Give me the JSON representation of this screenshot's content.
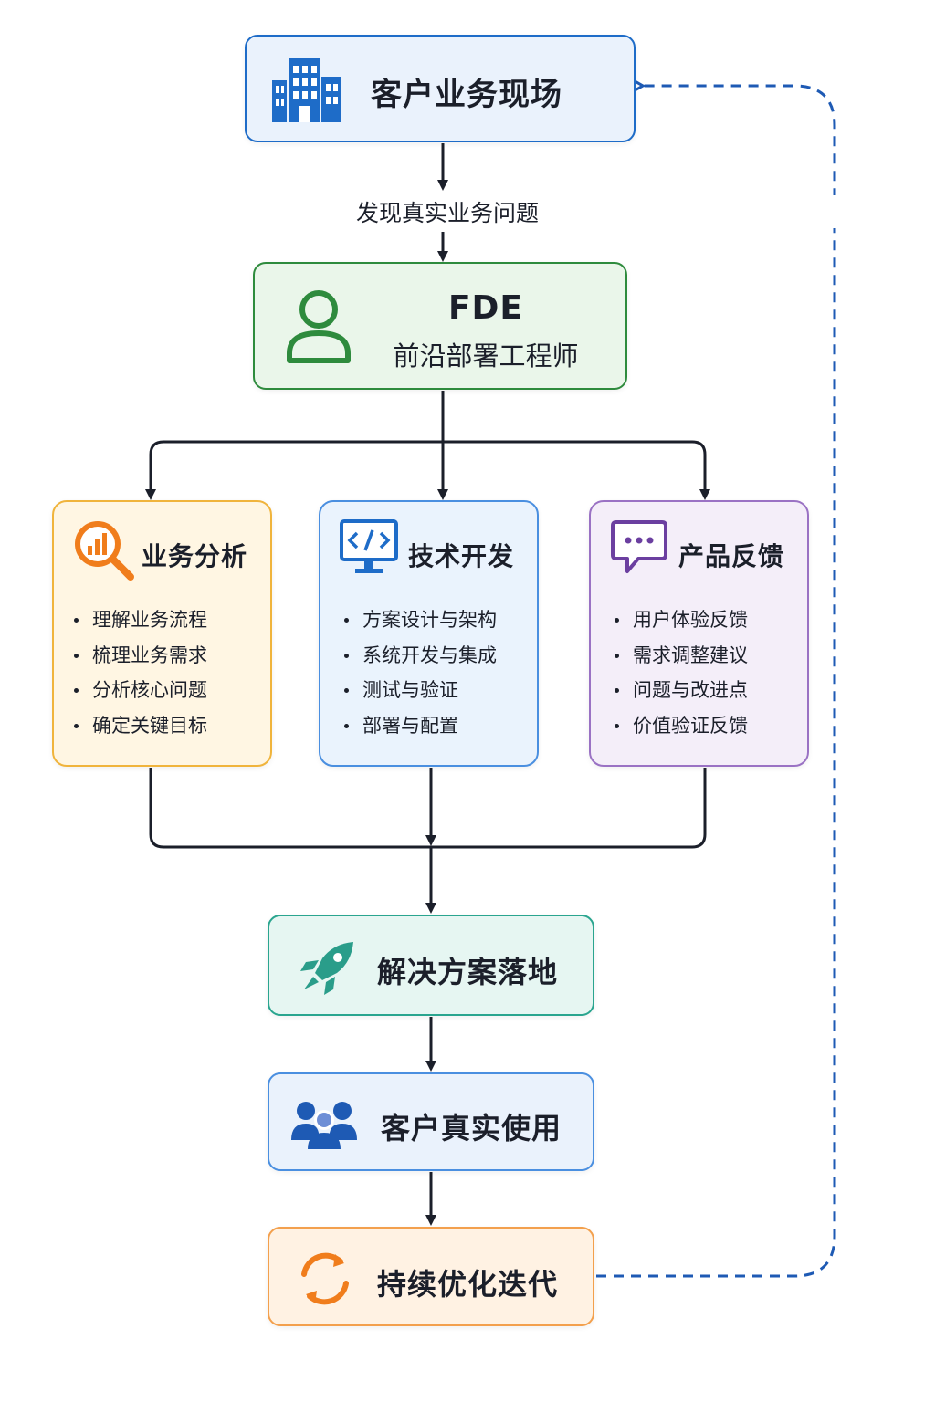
{
  "colors": {
    "line": "#1b1f2a",
    "loop_dashed": "#1e5ab4",
    "site_blue": "#1e6cc8",
    "fde_green": "#2e8b3d",
    "biz_orange": "#f07d1c",
    "tech_blue": "#1e6cc8",
    "prod_purple": "#6b3fa0",
    "solution_teal": "#2a9d8a",
    "usage_blue": "#1e5ab4",
    "iterate_orange": "#f07d1c"
  },
  "nodes": {
    "site": {
      "title": "客户业务现场",
      "icon": "building-icon"
    },
    "fde": {
      "abbr": "FDE",
      "full": "前沿部署工程师",
      "icon": "person-icon"
    },
    "solution": {
      "title": "解决方案落地",
      "icon": "rocket-icon"
    },
    "usage": {
      "title": "客户真实使用",
      "icon": "users-group-icon"
    },
    "iterate": {
      "title": "持续优化迭代",
      "icon": "refresh-cycle-icon"
    }
  },
  "edge_labels": {
    "discover": "发现真实业务问题"
  },
  "cards": {
    "biz": {
      "title": "业务分析",
      "icon": "chart-magnifier-icon",
      "items": [
        "理解业务流程",
        "梳理业务需求",
        "分析核心问题",
        "确定关键目标"
      ]
    },
    "tech": {
      "title": "技术开发",
      "icon": "code-monitor-icon",
      "items": [
        "方案设计与架构",
        "系统开发与集成",
        "测试与验证",
        "部署与配置"
      ]
    },
    "prod": {
      "title": "产品反馈",
      "icon": "chat-bubble-icon",
      "items": [
        "用户体验反馈",
        "需求调整建议",
        "问题与改进点",
        "价值验证反馈"
      ]
    }
  }
}
